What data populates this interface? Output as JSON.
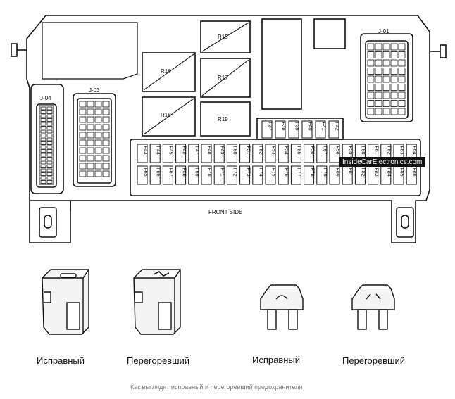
{
  "connectors": {
    "j01": "J-01",
    "j03": "J-03",
    "j04": "J-04"
  },
  "relays": {
    "r15": "R15",
    "r16": "R16",
    "r17": "R17",
    "r18": "R18",
    "r19": "R19"
  },
  "fuses_top": [
    "F37",
    "F38",
    "F39",
    "F40",
    "F41",
    "F42"
  ],
  "fuses_row1": [
    "F43",
    "F44",
    "F45",
    "F46",
    "F47",
    "F48",
    "F49",
    "F50",
    "F51",
    "F52",
    "F53",
    "F54",
    "F55",
    "F56",
    "F57",
    "F58",
    "F59",
    "F60",
    "F61",
    "F62",
    "F63",
    "F64"
  ],
  "fuses_row2": [
    "F65",
    "F66",
    "F67",
    "F68",
    "F69",
    "F70",
    "F71",
    "F72",
    "F73",
    "F74",
    "F75",
    "F76",
    "F77",
    "F78",
    "F79",
    "F80",
    "F81",
    "F82",
    "F83",
    "F84",
    "F85",
    "F86"
  ],
  "front_side": "FRONT SIDE",
  "watermark": "InsideCarElectronics.com",
  "fuse_labels": {
    "ok1": "Исправный",
    "blown1": "Перегоревший",
    "ok2": "Исправный",
    "blown2": "Перегоревший"
  },
  "caption": "Как выглядят исправный и перегоревший предохранители"
}
